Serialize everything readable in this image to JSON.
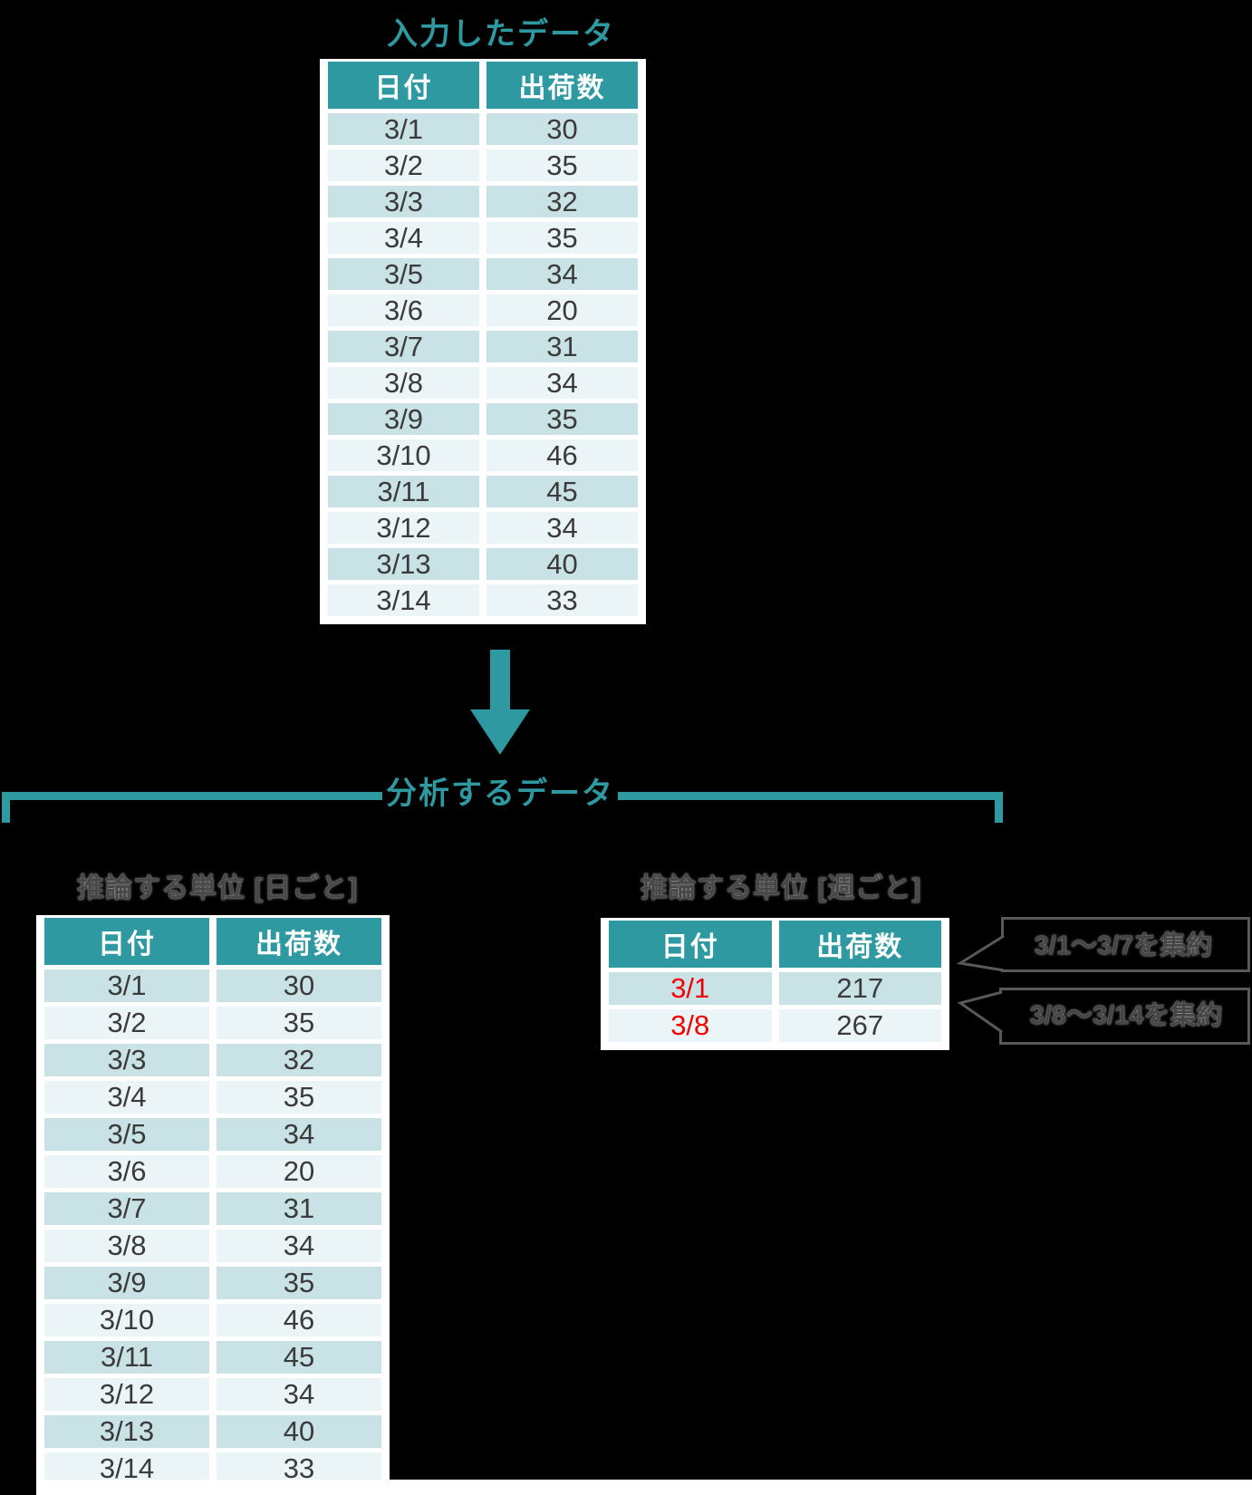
{
  "background": "#000000",
  "colors": {
    "teal_accent": "#2e99a0",
    "row_dark": "#c8e2e5",
    "row_light": "#ebf4f6",
    "cell_text": "#3b3b3b",
    "header_text": "#ffffff",
    "red_date": "#f20000",
    "callout_outline": "#595959",
    "callout_text": "#454545",
    "label_gray": "#474747",
    "table_bg": "#ffffff"
  },
  "title": "入力したデータ",
  "section_title": "分析するデータ",
  "tables": {
    "input": {
      "headers": [
        "日付",
        "出荷数"
      ],
      "rows": [
        [
          "3/1",
          "30"
        ],
        [
          "3/2",
          "35"
        ],
        [
          "3/3",
          "32"
        ],
        [
          "3/4",
          "35"
        ],
        [
          "3/5",
          "34"
        ],
        [
          "3/6",
          "20"
        ],
        [
          "3/7",
          "31"
        ],
        [
          "3/8",
          "34"
        ],
        [
          "3/9",
          "35"
        ],
        [
          "3/10",
          "46"
        ],
        [
          "3/11",
          "45"
        ],
        [
          "3/12",
          "34"
        ],
        [
          "3/13",
          "40"
        ],
        [
          "3/14",
          "33"
        ]
      ]
    },
    "daily": {
      "label": "推論する単位 [日ごと]",
      "headers": [
        "日付",
        "出荷数"
      ],
      "rows": [
        [
          "3/1",
          "30"
        ],
        [
          "3/2",
          "35"
        ],
        [
          "3/3",
          "32"
        ],
        [
          "3/4",
          "35"
        ],
        [
          "3/5",
          "34"
        ],
        [
          "3/6",
          "20"
        ],
        [
          "3/7",
          "31"
        ],
        [
          "3/8",
          "34"
        ],
        [
          "3/9",
          "35"
        ],
        [
          "3/10",
          "46"
        ],
        [
          "3/11",
          "45"
        ],
        [
          "3/12",
          "34"
        ],
        [
          "3/13",
          "40"
        ],
        [
          "3/14",
          "33"
        ]
      ]
    },
    "weekly": {
      "label": "推論する単位 [週ごと]",
      "headers": [
        "日付",
        "出荷数"
      ],
      "rows": [
        [
          "3/1",
          "217"
        ],
        [
          "3/8",
          "267"
        ]
      ],
      "date_color": "#f20000"
    }
  },
  "callouts": [
    {
      "text": "3/1～3/7を集約"
    },
    {
      "text": "3/8～3/14を集約"
    }
  ]
}
